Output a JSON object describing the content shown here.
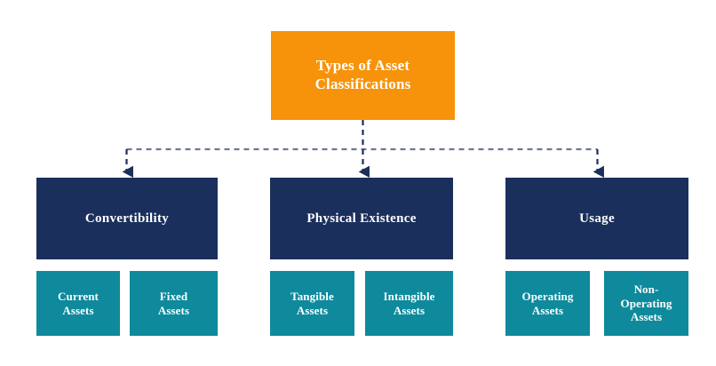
{
  "diagram": {
    "type": "hierarchy-tree",
    "title": "Types of Asset Classifications",
    "background_color": "#ffffff",
    "palette": {
      "root": "#f7930a",
      "branch": "#1a2f5c",
      "leaf": "#0e8a9c",
      "text": "#ffffff",
      "connector": "#1a2f5c"
    },
    "root": {
      "label": "Types of Asset\nClassifications"
    },
    "branches": [
      {
        "label": "Convertibility",
        "leaves": [
          {
            "label": "Current\nAssets"
          },
          {
            "label": "Fixed\nAssets"
          }
        ]
      },
      {
        "label": "Physical Existence",
        "leaves": [
          {
            "label": "Tangible\nAssets"
          },
          {
            "label": "Intangible\nAssets"
          }
        ]
      },
      {
        "label": "Usage",
        "leaves": [
          {
            "label": "Operating\nAssets"
          },
          {
            "label": "Non-\nOperating\nAssets"
          }
        ]
      }
    ]
  }
}
